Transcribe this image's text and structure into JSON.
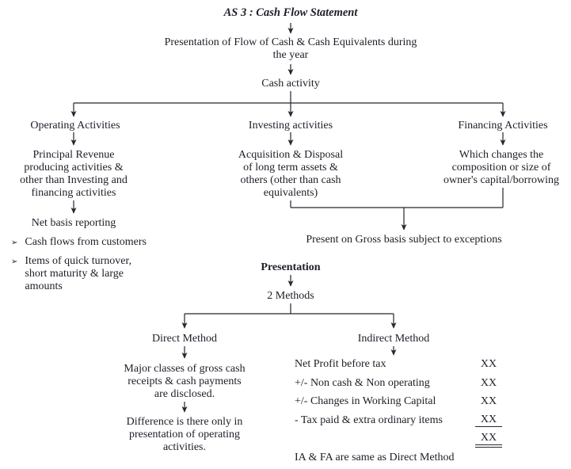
{
  "diagram": {
    "title": "AS 3 : Cash Flow Statement",
    "intro": "Presentation of Flow of Cash & Cash Equivalents during\nthe year",
    "cash_activity": "Cash activity",
    "bullet_icon": "➢",
    "operating": {
      "title": "Operating Activities",
      "desc": "Principal Revenue\nproducing activities &\nother than Investing and\nfinancing activities",
      "net_basis": "Net basis reporting",
      "bullet1": "Cash flows from customers",
      "bullet2": "Items of quick turnover,\nshort maturity & large\namounts"
    },
    "investing": {
      "title": "Investing activities",
      "desc": "Acquisition & Disposal\nof long term assets &\nothers (other than cash\nequivalents)"
    },
    "financing": {
      "title": "Financing Activities",
      "desc": "Which changes the\ncomposition or size of\nowner's capital/borrowing"
    },
    "gross_basis": "Present on Gross basis subject to exceptions",
    "presentation": {
      "title": "Presentation",
      "methods": "2 Methods"
    },
    "direct": {
      "title": "Direct Method",
      "desc1": "Major classes of gross cash\nreceipts & cash payments\nare disclosed.",
      "desc2": "Difference is there only in\npresentation of operating\nactivities."
    },
    "indirect": {
      "title": "Indirect Method",
      "rows": [
        {
          "label": "Net Profit before tax",
          "value": "XX"
        },
        {
          "label": "+/- Non cash & Non operating",
          "value": "XX"
        },
        {
          "label": "+/- Changes in Working Capital",
          "value": "XX"
        },
        {
          "label": "- Tax paid & extra ordinary items",
          "value": "XX"
        },
        {
          "label": "",
          "value": "XX"
        }
      ],
      "footer": "IA & FA are same as Direct Method"
    }
  }
}
